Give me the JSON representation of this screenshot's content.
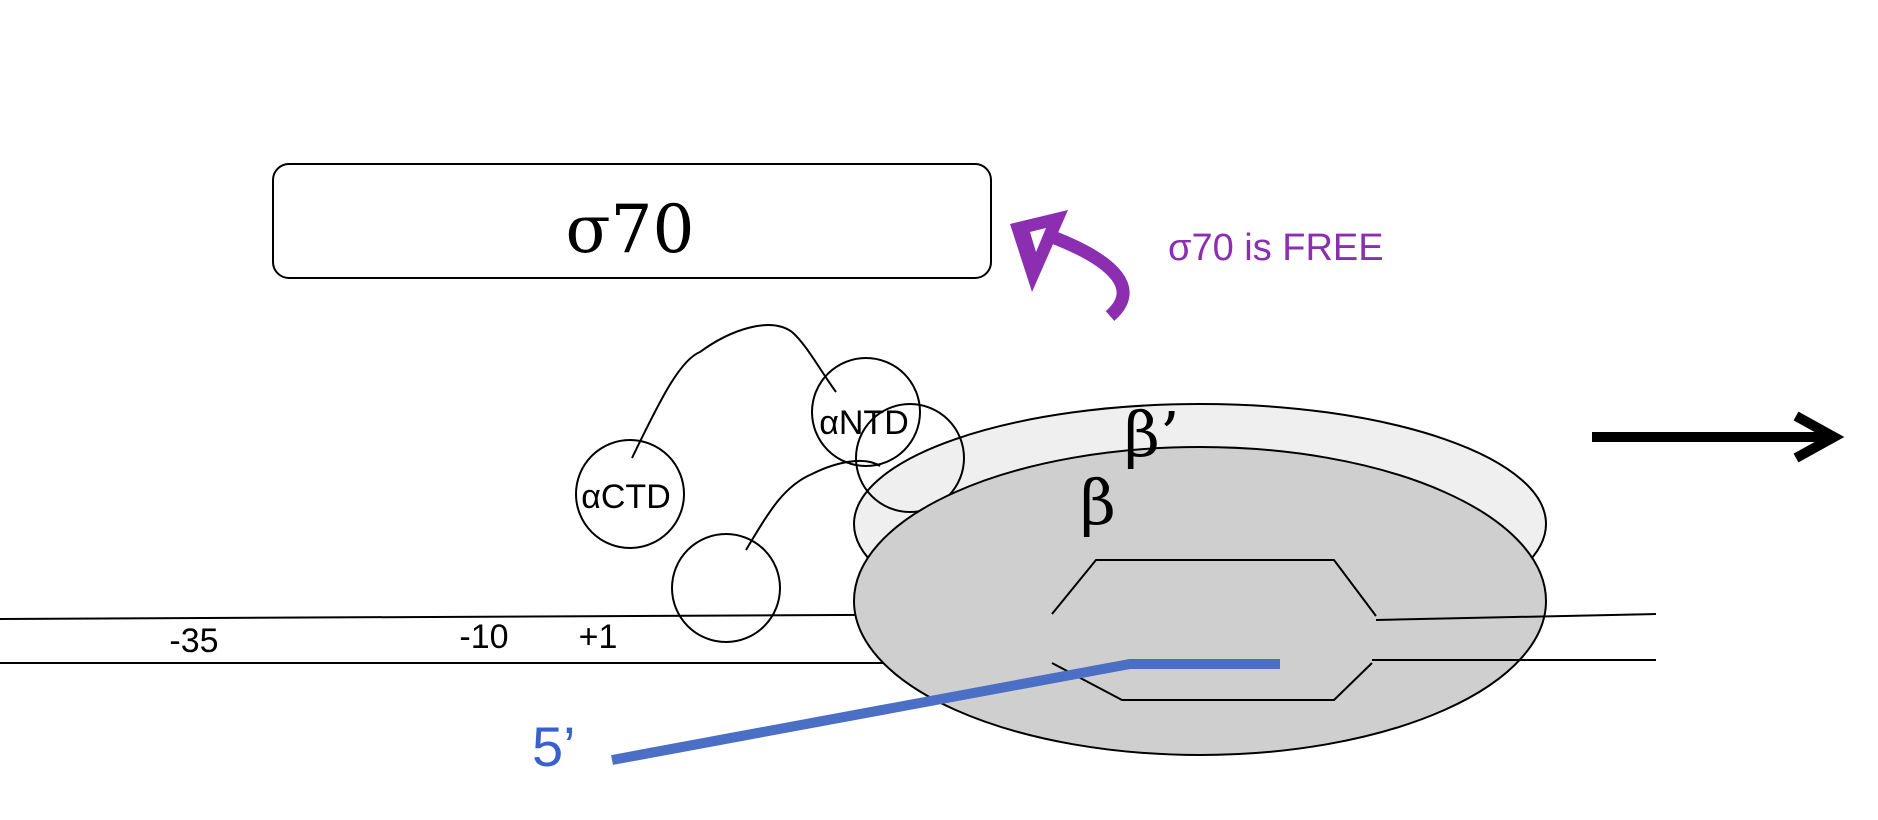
{
  "sigma_box": {
    "label": "σ70"
  },
  "release_note": {
    "text": "σ70 is FREE",
    "color": "#8b2fb0"
  },
  "subunits": {
    "beta_prime": "β’",
    "beta": "β",
    "alpha_ntd": "αNTD",
    "alpha_ctd": "αCTD"
  },
  "promoter_positions": {
    "minus35": "-35",
    "minus10": "-10",
    "plus1": "+1"
  },
  "rna": {
    "label": "5’",
    "color": "#4a6fc4",
    "label_color": "#3a5fcf"
  },
  "colors": {
    "beta_fill": "#cfcfcf",
    "beta_prime_fill": "#efefef",
    "outline": "#000000"
  },
  "icons": {
    "release_arrow": "curved-arrow-icon",
    "direction_arrow": "right-arrow-icon"
  }
}
